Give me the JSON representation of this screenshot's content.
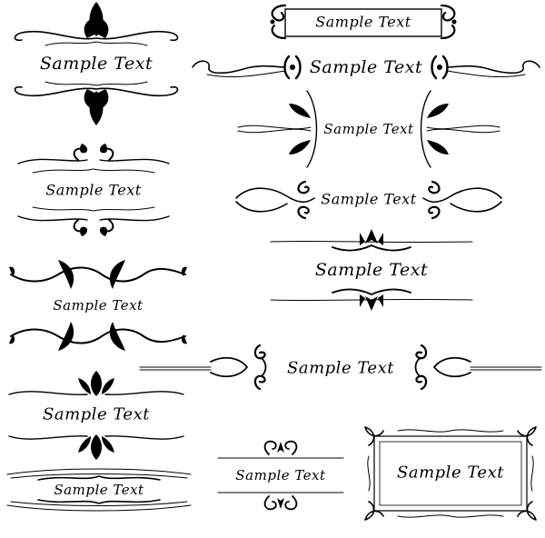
{
  "ornaments": [
    {
      "id": "tulip-double",
      "label": "Sample Text"
    },
    {
      "id": "banner-scroll",
      "label": "Sample Text"
    },
    {
      "id": "wide-swirl",
      "label": "Sample Text"
    },
    {
      "id": "curled-leaf-fleuron",
      "label": "Sample Text"
    },
    {
      "id": "spiral-flourish",
      "label": "Sample Text"
    },
    {
      "id": "curl-double",
      "label": "Sample Text"
    },
    {
      "id": "fan-double",
      "label": "Sample Text"
    },
    {
      "id": "knot-double",
      "label": "Sample Text"
    },
    {
      "id": "long-scroll",
      "label": "Sample Text"
    },
    {
      "id": "leaf-double",
      "label": "Sample Text"
    },
    {
      "id": "lines-double",
      "label": "Sample Text"
    },
    {
      "id": "small-curl",
      "label": "Sample Text"
    },
    {
      "id": "frame",
      "label": "Sample Text"
    }
  ]
}
